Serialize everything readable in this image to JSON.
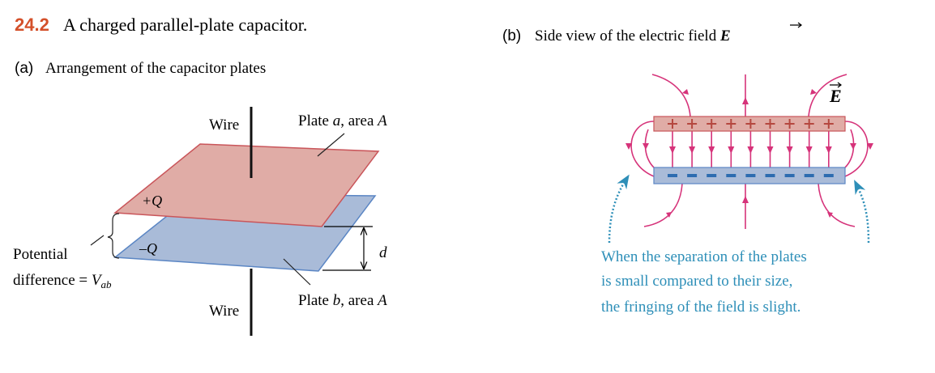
{
  "figure": {
    "number": "24.2",
    "title": "A charged parallel-plate capacitor.",
    "part_a": {
      "label": "(a)",
      "title": "Arrangement of the capacitor plates",
      "wire_top": "Wire",
      "wire_bottom": "Wire",
      "plate_a": {
        "prefix": "Plate ",
        "var": "a",
        "suffix": ", area ",
        "area": "A"
      },
      "plate_b": {
        "prefix": "Plate ",
        "var": "b",
        "suffix": ", area ",
        "area": "A"
      },
      "charge_pos": "+Q",
      "charge_neg": "–Q",
      "separation": "d",
      "potential_line1": "Potential",
      "potential_line2": "difference = ",
      "potential_var": "V",
      "potential_sub": "ab"
    },
    "part_b": {
      "label": "(b)",
      "title": "Side view of the electric field ",
      "field_symbol": "E",
      "caption": [
        "When the separation of the plates",
        "is small compared to their size,",
        "the fringing of the field is slight."
      ]
    },
    "colors": {
      "accent": "#d4502a",
      "positive_plate": "#e0aca6",
      "negative_plate": "#a9bbd8",
      "field": "#d6337a",
      "caption": "#2e8fb8"
    }
  }
}
